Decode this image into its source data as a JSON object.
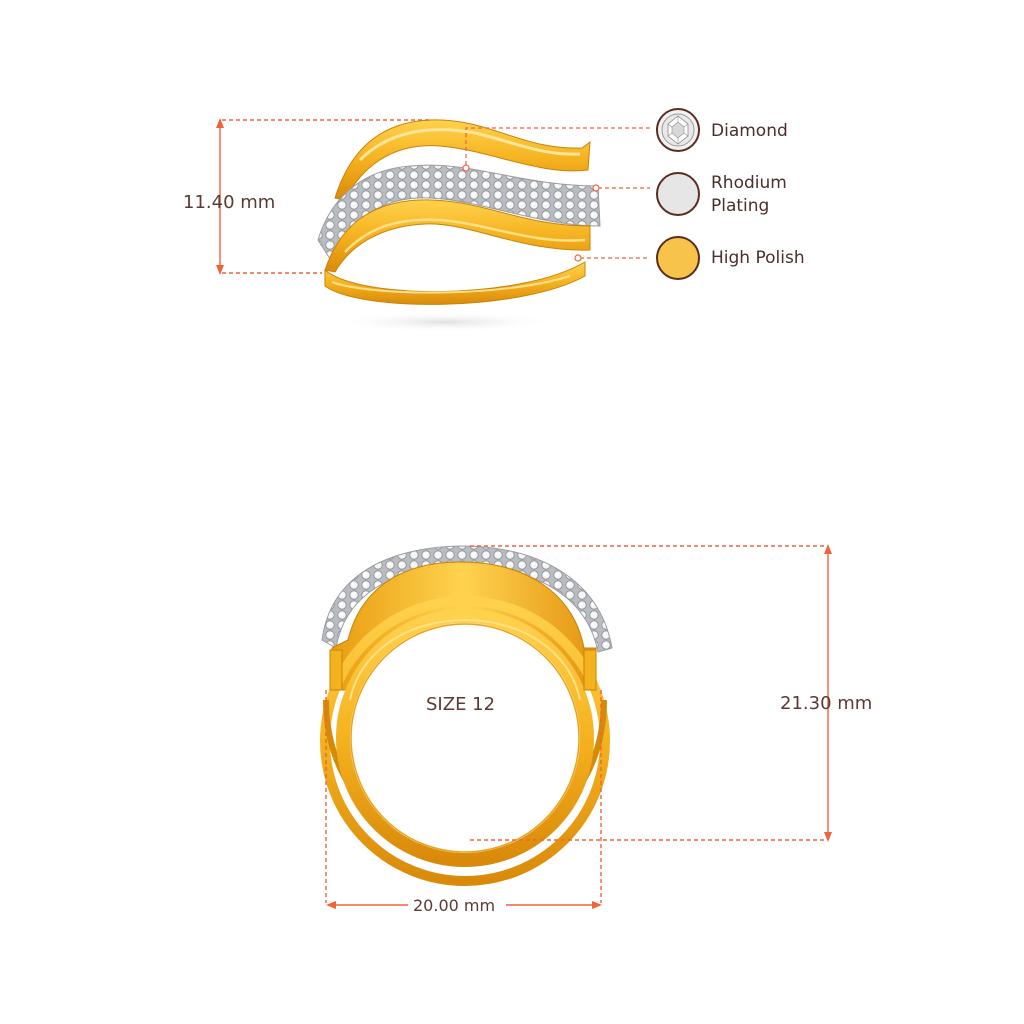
{
  "dimensions": {
    "height_top": "11.40 mm",
    "height_front": "21.30 mm",
    "width_front": "20.00 mm"
  },
  "size_label": "SIZE 12",
  "legend": [
    {
      "label": "Diamond",
      "icon": "diamond-icon",
      "color": "#f2f2f2"
    },
    {
      "label": "Rhodium\nPlating",
      "icon": "rhodium-swatch",
      "color": "#e6e6e6"
    },
    {
      "label": "High Polish",
      "icon": "polish-swatch",
      "color": "#f7c34a"
    }
  ],
  "colors": {
    "dimension_line": "#f0643c",
    "gold": "#f4b326",
    "gold_dark": "#d98d0c",
    "text": "#5a3a33"
  }
}
